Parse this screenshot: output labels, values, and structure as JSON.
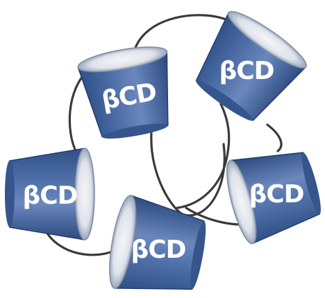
{
  "diagram": {
    "cups": [
      {
        "id": "cup-1",
        "label": "βCD"
      },
      {
        "id": "cup-2",
        "label": "βCD"
      },
      {
        "id": "cup-3",
        "label": "βCD"
      },
      {
        "id": "cup-4",
        "label": "βCD"
      },
      {
        "id": "cup-5",
        "label": "βCD"
      }
    ],
    "colors": {
      "cup_body_dark": "#2f4f86",
      "cup_body_mid": "#4e6fa8",
      "cup_body_light": "#8fa6cf",
      "cup_rim": "#d9dde4",
      "cup_inner": "#eef0f4",
      "linker": "#3a3a3a"
    }
  }
}
